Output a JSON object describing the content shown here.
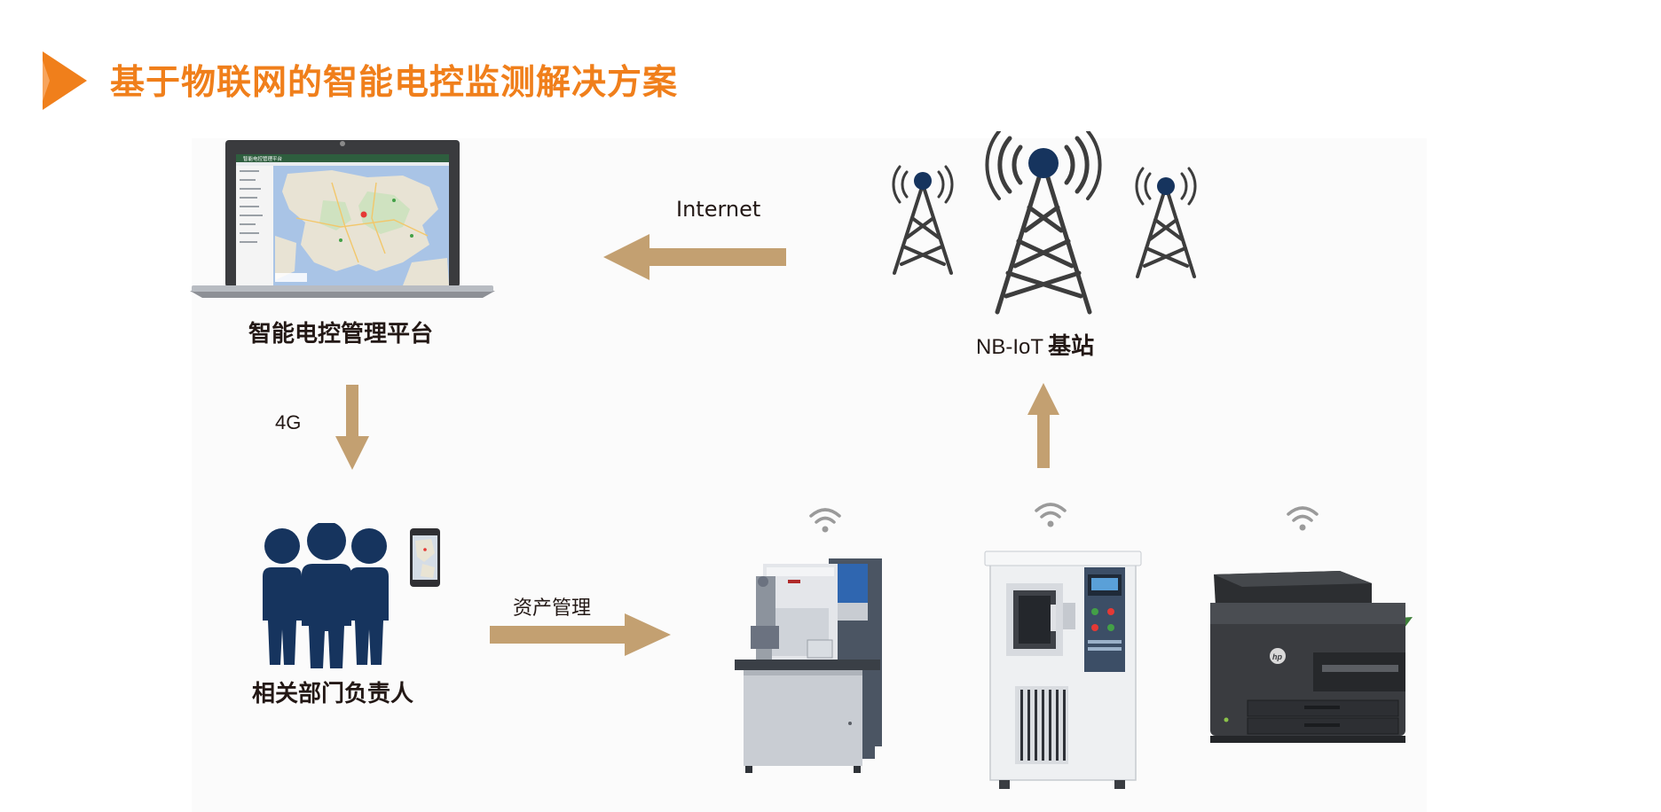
{
  "title": "基于物联网的智能电控监测解决方案",
  "colors": {
    "title_orange": "#f07f1b",
    "arrow_tan": "#c3a071",
    "people_navy": "#16345e",
    "tower_gray": "#3d3d3d",
    "label_dark": "#231815"
  },
  "nodes": {
    "platform": {
      "label": "智能电控管理平台",
      "screen_title": "智能电控管理平台",
      "icon": "laptop-map-icon"
    },
    "base_station": {
      "label_prefix": "NB-IoT",
      "label_suffix": "基站",
      "icon": "cell-tower-icon"
    },
    "department": {
      "label": "相关部门负责人",
      "icon": "people-group-icon"
    },
    "devices": [
      {
        "name": "laboratory-instrument",
        "icon": "wifi-icon"
      },
      {
        "name": "environmental-test-chamber",
        "icon": "wifi-icon"
      },
      {
        "name": "hp-printer",
        "icon": "wifi-icon",
        "brand": "hp"
      }
    ]
  },
  "arrows": {
    "internet": "Internet",
    "four_g": "4G",
    "asset_management": "资产管理"
  }
}
